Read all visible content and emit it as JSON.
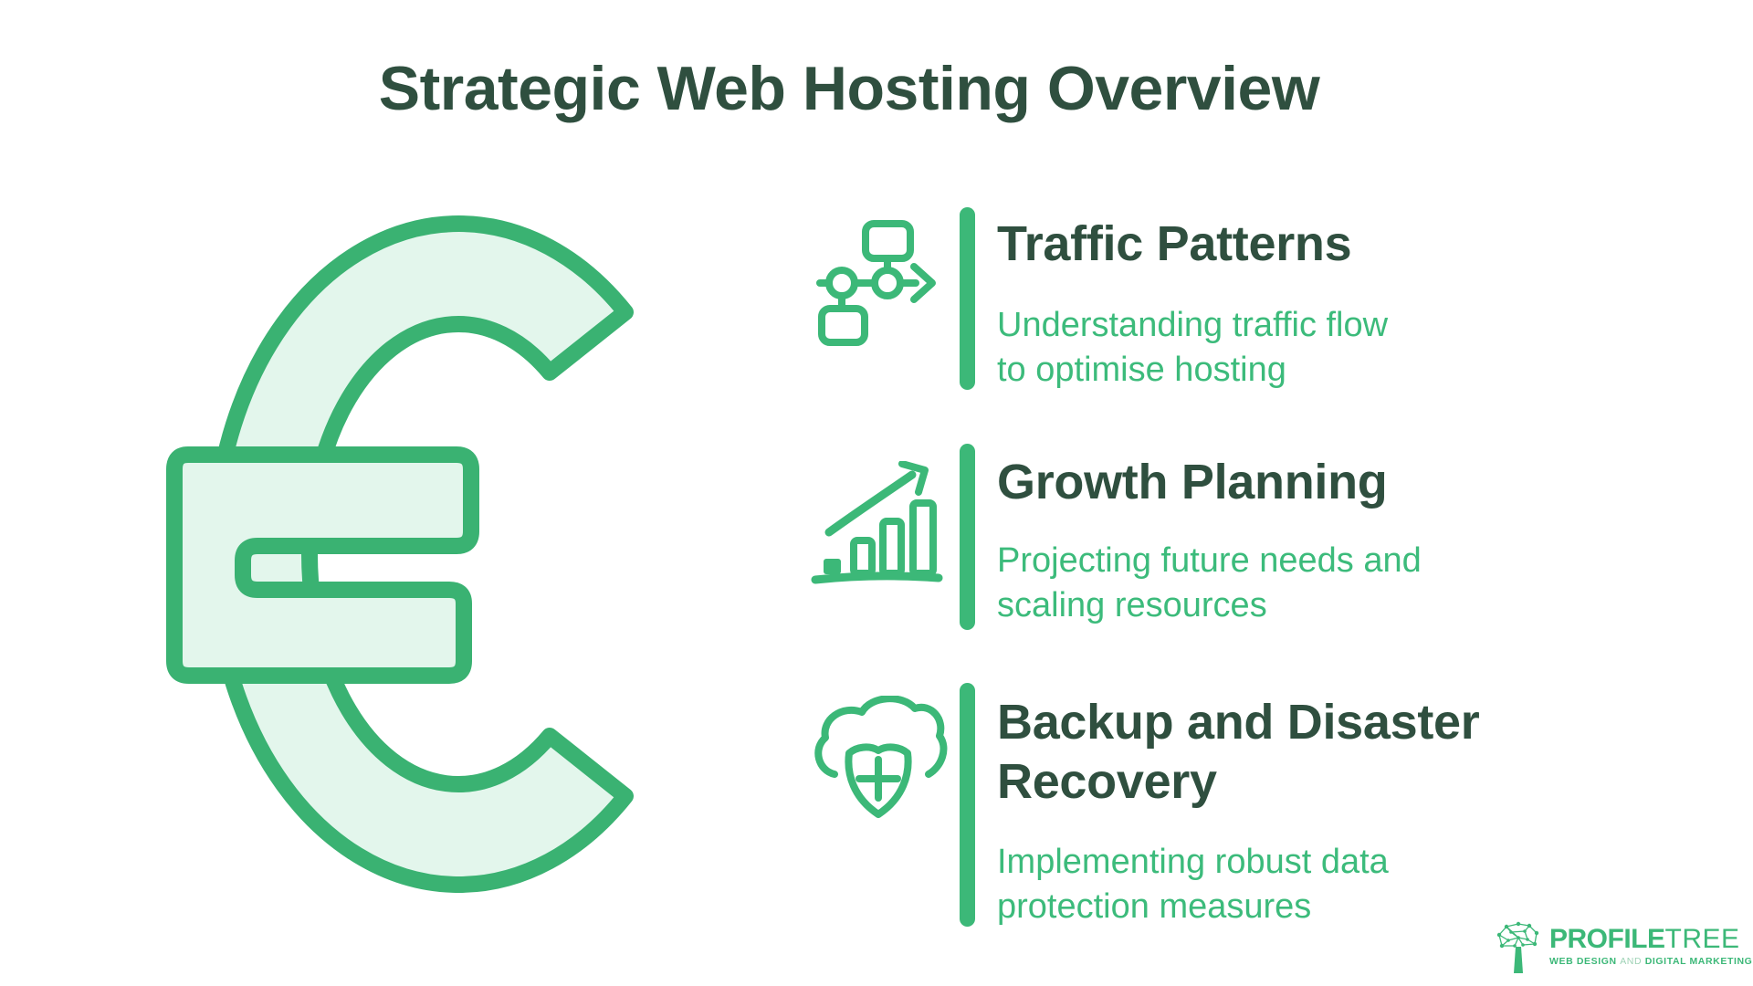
{
  "page": {
    "title": "Strategic Web Hosting Overview"
  },
  "colors": {
    "accent_green": "#3cb878",
    "dark_green_text": "#2f4f3f",
    "body_green_text": "#3cbb7b",
    "euro_outline": "#3ab272",
    "euro_fill": "#e3f6ec",
    "tagline_and_light": "#9ed2b5"
  },
  "hero": {
    "currency_symbol": "€",
    "description": "hand-drawn euro sign illustration"
  },
  "sections": [
    {
      "id": "traffic-patterns",
      "icon": "flowchart-traffic-icon",
      "title_lines": [
        "Traffic Patterns"
      ],
      "description_lines": [
        "Understanding traffic flow",
        "to optimise hosting"
      ]
    },
    {
      "id": "growth-planning",
      "icon": "growth-chart-icon",
      "title_lines": [
        "Growth Planning"
      ],
      "description_lines": [
        "Projecting future needs and",
        "scaling resources"
      ]
    },
    {
      "id": "backup-recovery",
      "icon": "cloud-shield-icon",
      "title_lines": [
        "Backup and Disaster",
        "Recovery"
      ],
      "description_lines": [
        "Implementing robust data",
        "protection measures"
      ]
    }
  ],
  "logo": {
    "brand_primary": "PROFILE",
    "brand_secondary": "TREE",
    "tagline_left": "WEB DESIGN",
    "tagline_mid": "AND",
    "tagline_right": "DIGITAL MARKETING"
  }
}
